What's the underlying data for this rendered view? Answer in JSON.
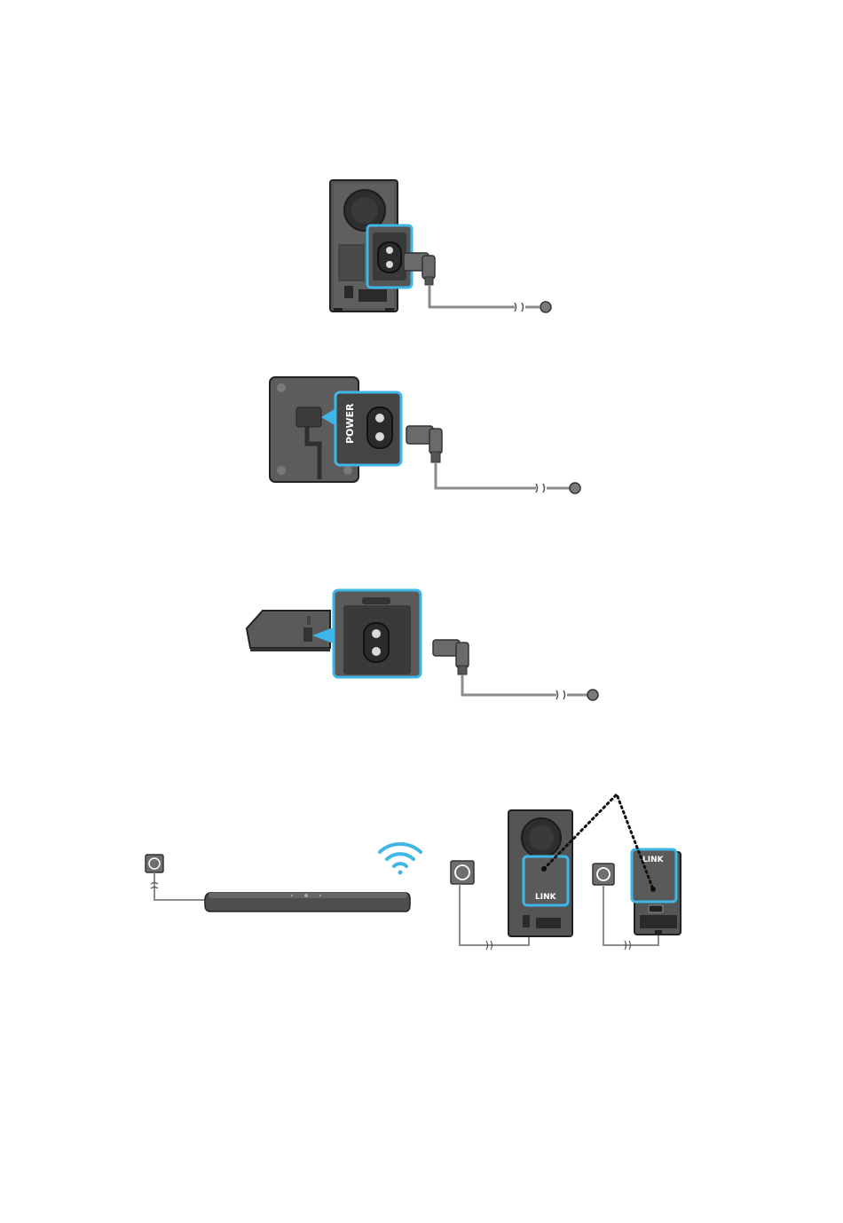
{
  "labels": {
    "power": "POWER",
    "link_subwoofer": "LINK",
    "link_rear": "LINK"
  },
  "colors": {
    "highlight": "#3fb6e8",
    "device_dark": "#3f3f3f",
    "device_mid": "#5a5a5a",
    "device_light": "#7a7a7a",
    "cable": "#8c8c8c"
  },
  "icons": [
    "wall-outlet-icon",
    "wifi-icon",
    "power-plug-icon",
    "cable-break-icon"
  ]
}
